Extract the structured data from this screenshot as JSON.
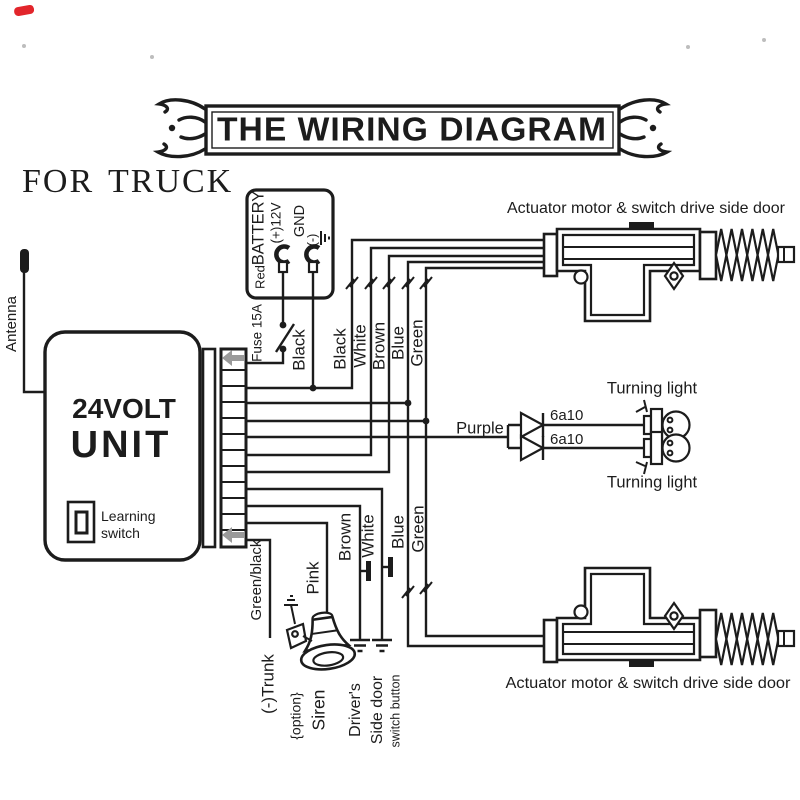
{
  "meta": {
    "title": "THE WIRING DIAGRAM",
    "for_word1": "FOR",
    "for_word2": "TRUCK"
  },
  "battery": {
    "name": "BATTERY",
    "positive": "(+)12V",
    "ground": "GND",
    "negative": "(-)",
    "wire_red": "Red",
    "fuse": "Fuse 15A"
  },
  "unit": {
    "line1": "24VOLT",
    "line2": "UNIT",
    "learning1": "Learning",
    "learning2": "switch",
    "antenna": "Antenna"
  },
  "wires": {
    "black_battery": "Black",
    "black_actuator": "Black",
    "white_top": "White",
    "brown_top": "Brown",
    "blue_top": "Blue",
    "green_top": "Green",
    "purple": "Purple",
    "blue_bottom": "Blue",
    "green_bottom": "Green",
    "brown_bottom": "Brown",
    "white_bottom": "White",
    "pink": "Pink",
    "green_black": "Green/black"
  },
  "diodes": {
    "top": "6a10",
    "bottom": "6a10"
  },
  "lights": {
    "top": "Turning light",
    "bottom": "Turning light"
  },
  "actuators": {
    "top": "Actuator motor & switch drive side door",
    "bottom": "Actuator motor & switch drive side door"
  },
  "labels": {
    "trunk": "(-)Trunk",
    "option": "{option}",
    "siren": "Siren",
    "drivers": "Driver's",
    "side_door": "Side door",
    "switch_button": "switch button"
  },
  "colors": {
    "ink": "#1c1c1c",
    "red": "#e2252b",
    "arrow_gray": "#9a9a9a"
  }
}
